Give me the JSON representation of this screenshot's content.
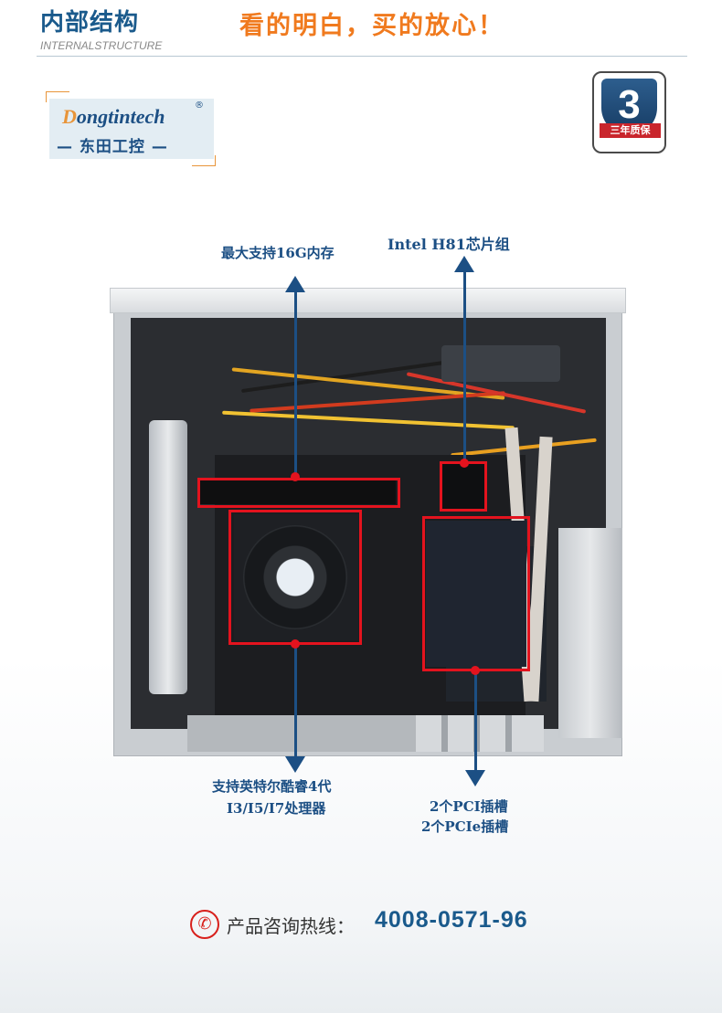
{
  "header": {
    "title": "内部结构",
    "subtitle": "INTERNALSTRUCTURE",
    "slogan": "看的明白，买的放心！"
  },
  "logo": {
    "brand_prefix": "D",
    "brand_rest": "ongtintech",
    "registered": "®",
    "chinese_name": "— 东田工控 —"
  },
  "warranty_badge": {
    "number": "3",
    "label": "三年质保"
  },
  "annotations": {
    "ram": "最大支持16G内存",
    "chipset": "Intel H81芯片组",
    "cpu_line1": "支持英特尔酷睿4代",
    "cpu_line2": "I3/I5/I7处理器",
    "pci_line1": "2个PCI插槽",
    "pci_line2": "2个PCIe插槽"
  },
  "hotline": {
    "icon": "phone-icon",
    "label": "产品咨询热线：",
    "number": "4008-0571-96"
  },
  "colors": {
    "title_blue": "#1a5a8c",
    "slogan_orange": "#f07a1e",
    "highlight_red": "#e3131e",
    "arrow_navy": "#1c4f84"
  }
}
